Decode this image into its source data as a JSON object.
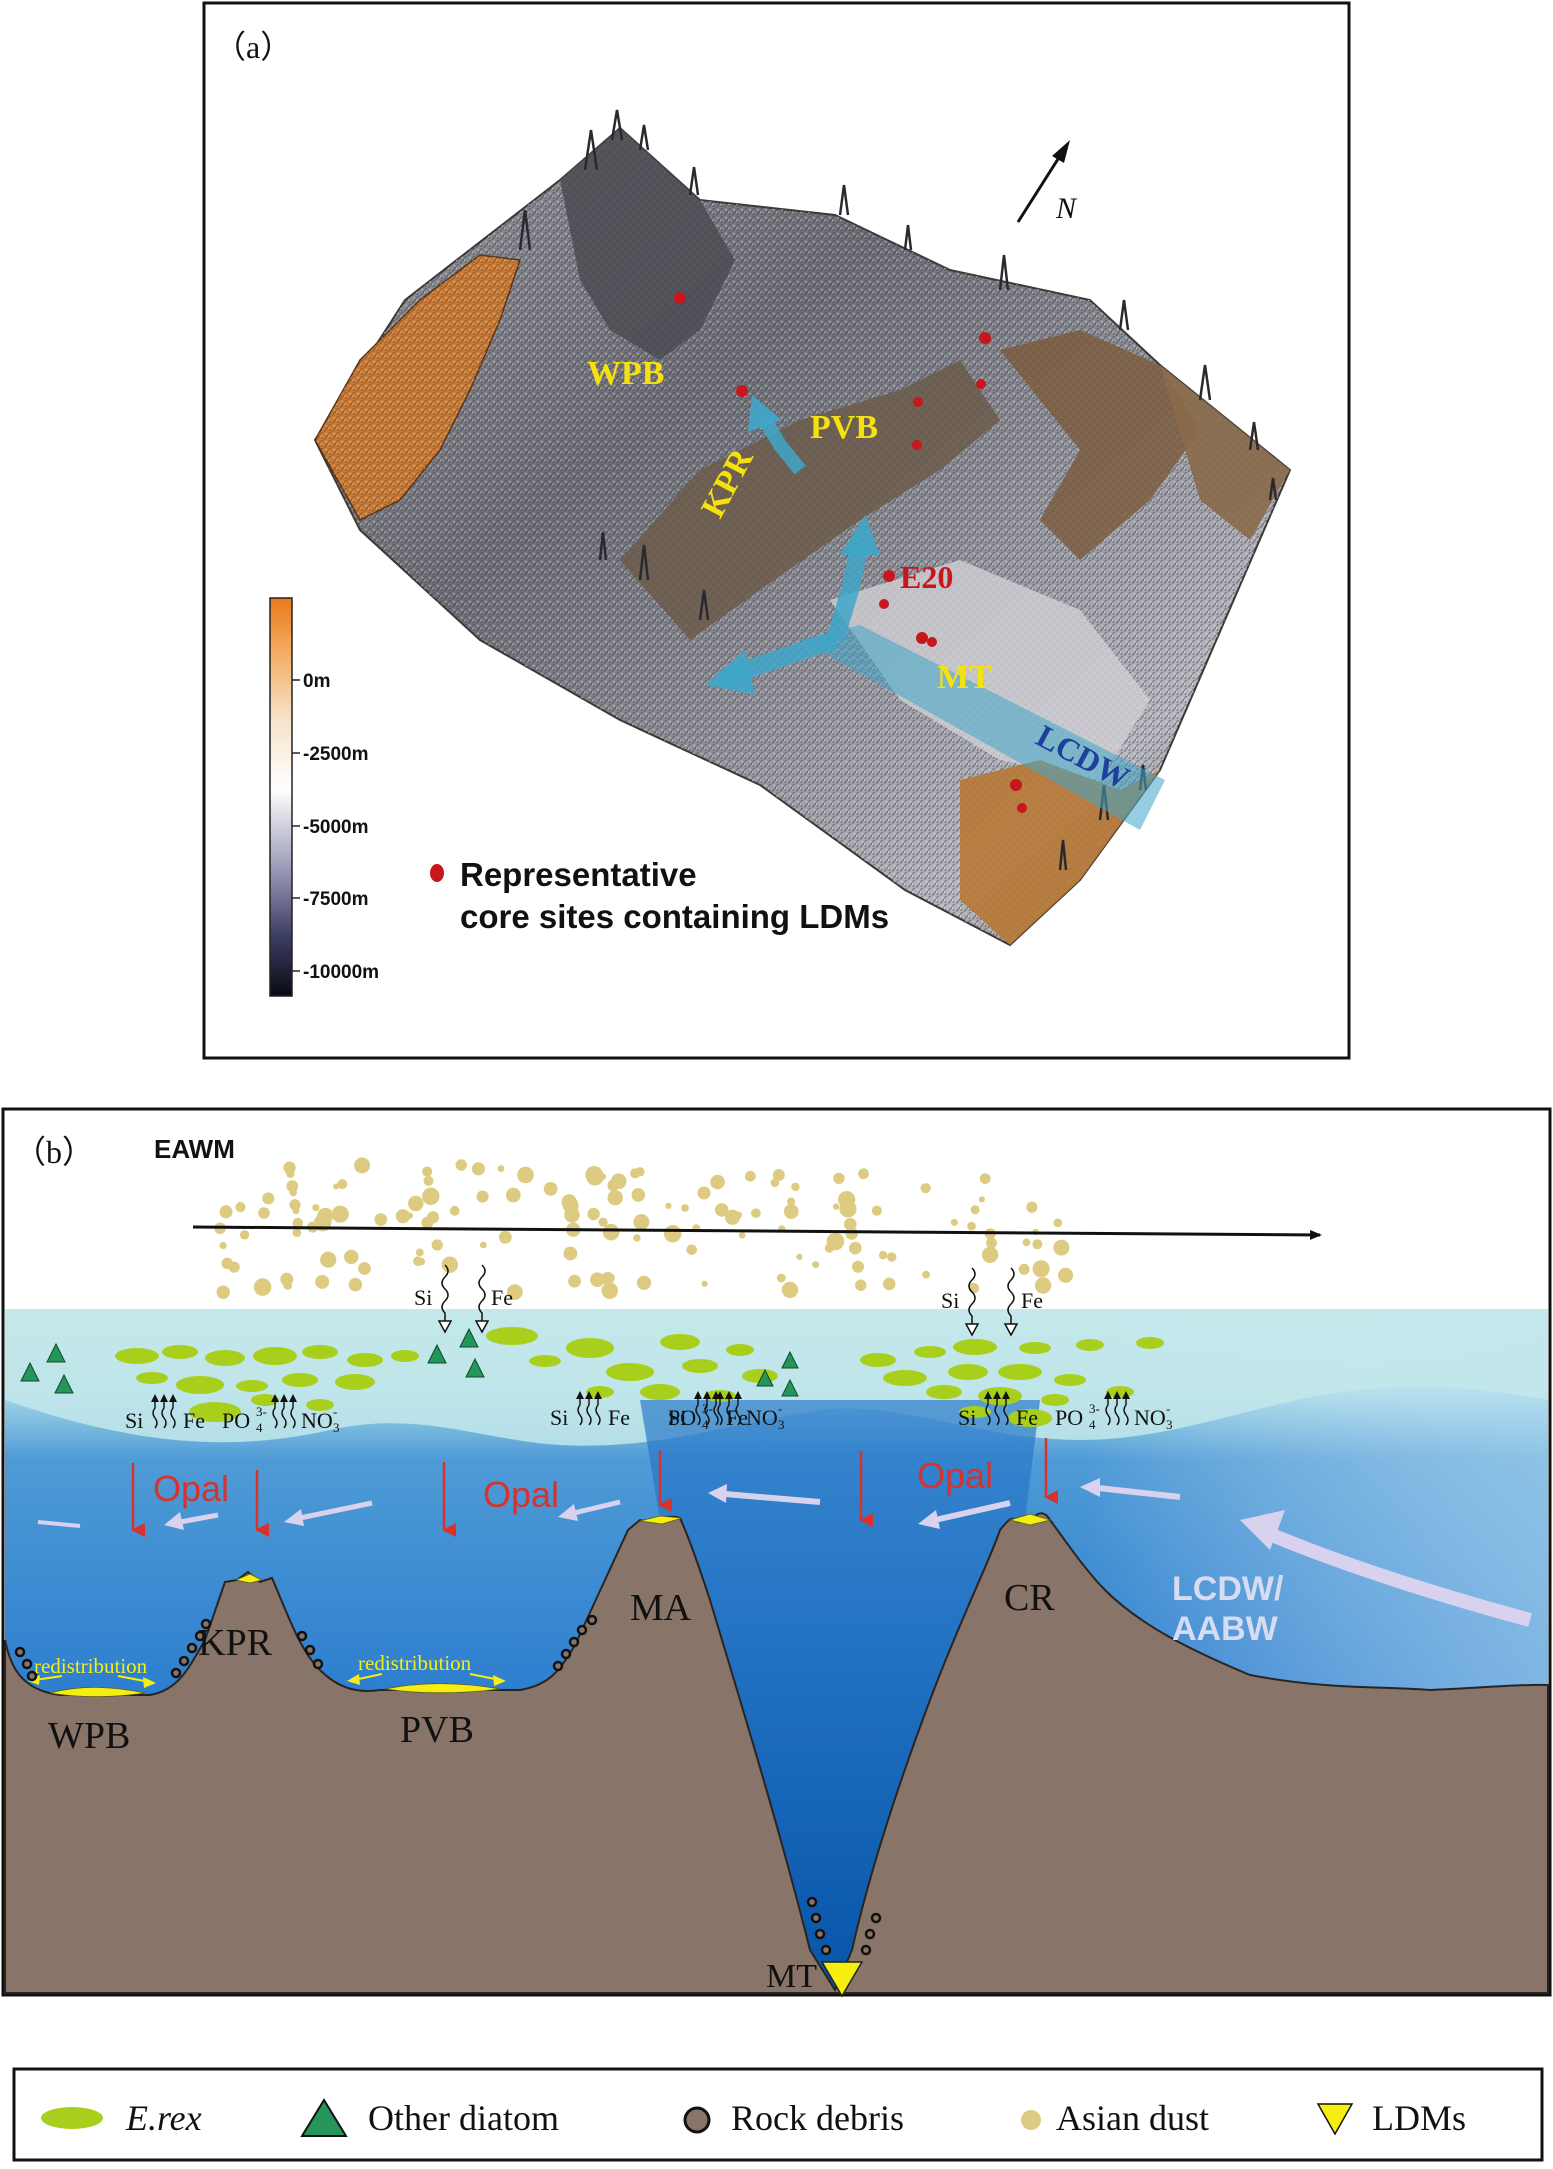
{
  "panel_a": {
    "label": "（a）",
    "north": "N",
    "sites": {
      "wpb": "WPB",
      "pvb": "PVB",
      "kpr": "KPR",
      "e20": "E20",
      "mt": "MT",
      "lcdw": "LCDW"
    },
    "colorbar": {
      "ticks": [
        "0m",
        "-2500m",
        "-5000m",
        "-7500m",
        "-10000m"
      ]
    },
    "legend": {
      "line1": "Representative",
      "line2": "core sites containing LDMs"
    },
    "colors": {
      "site_label": "#f5e20c",
      "site_dot": "#c8161d",
      "current": "#3fa6c9",
      "lcdw_text": "#1e3f9c"
    }
  },
  "panel_b": {
    "label": "（b）",
    "eawm": "EAWM",
    "nutrients": {
      "si": "Si",
      "fe": "Fe",
      "po4": "PO",
      "po4_sub": "4",
      "po4_sup": "3-",
      "no3": "NO",
      "no3_sub": "3",
      "no3_sup": "-"
    },
    "opal": "Opal",
    "redistribution": "redistribution",
    "features": {
      "kpr": "KPR",
      "ma": "MA",
      "cr": "CR",
      "wpb": "WPB",
      "pvb": "PVB",
      "mt": "MT",
      "lcdw": "LCDW/",
      "aabw": "AABW"
    },
    "colors": {
      "land": "#887468",
      "surface": "#c3e7ea",
      "deep_water": "#0f5fb1",
      "opal": "#d9312b",
      "erex": "#a9cf1d",
      "dust": "#dccb80",
      "diatom": "#26955a",
      "ldm": "#f6ee11"
    }
  },
  "legend": {
    "erex": "E.rex",
    "other_diatom": "Other diatom",
    "rock_debris": "Rock debris",
    "asian_dust": "Asian dust",
    "ldms": "LDMs"
  }
}
